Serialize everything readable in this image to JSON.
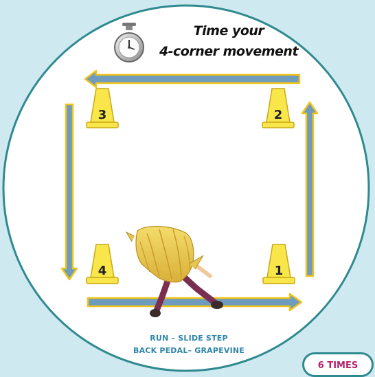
{
  "heading": {
    "line1": "Time your",
    "line2": "4-corner movement"
  },
  "cones": [
    {
      "number": "1"
    },
    {
      "number": "2"
    },
    {
      "number": "3"
    },
    {
      "number": "4"
    }
  ],
  "movements": {
    "line1": "RUN – SLIDE STEP",
    "line2": "BACK PEDAL– GRAPEVINE"
  },
  "repeat_badge": "6 TIMES",
  "icons": [
    "stopwatch-icon",
    "traffic-cone-icon",
    "direction-arrow-icon",
    "runner-girl-illustration"
  ],
  "colors": {
    "background": "#cfe9f1",
    "circle_fill": "#ffffff",
    "circle_border": "#2f8a8f",
    "arrow_body": "#6f9bbd",
    "arrow_outline": "#f0c419",
    "cone_fill": "#f8e64a",
    "badge_text": "#b5236e",
    "movement_text": "#2f86a8"
  }
}
